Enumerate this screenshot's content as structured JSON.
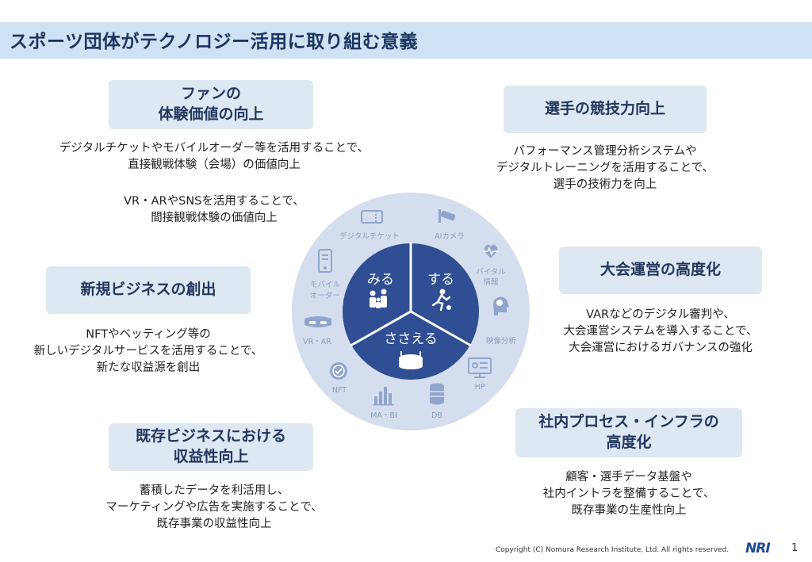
{
  "title": "スポーツ団体がテクノロジー活用に取り組む意義",
  "boxes": {
    "fan": {
      "line1": "ファンの",
      "line2": "体験価値の向上"
    },
    "athlete": {
      "label": "選手の競技力向上"
    },
    "newbiz": {
      "label": "新規ビジネスの創出"
    },
    "tournament": {
      "label": "大会運営の高度化"
    },
    "existing": {
      "line1": "既存ビジネスにおける",
      "line2": "収益性向上"
    },
    "internal": {
      "line1": "社内プロセス・インフラの",
      "line2": "高度化"
    }
  },
  "descriptions": {
    "fan_a": [
      "デジタルチケットやモバイルオーダー等を活用することで、",
      "直接観戦体験（会場）の価値向上"
    ],
    "fan_b": [
      "VR・ARやSNSを活用することで、",
      "間接観戦体験の価値向上"
    ],
    "athlete": [
      "パフォーマンス管理分析システムや",
      "デジタルトレーニングを活用することで、",
      "選手の技術力を向上"
    ],
    "newbiz": [
      "NFTやベッティング等の",
      "新しいデジタルサービスを活用することで、",
      "新たな収益源を創出"
    ],
    "tournament": [
      "VARなどのデジタル審判や、",
      "大会運営システムを導入することで、",
      "大会運営におけるガバナンスの強化"
    ],
    "existing": [
      "蓄積したデータを利活用し、",
      "マーケティングや広告を実施することで、",
      "既存事業の収益性向上"
    ],
    "internal": [
      "顧客・選手データ基盤や",
      "社内イントラを整備することで、",
      "既存事業の生産性向上"
    ]
  },
  "center": {
    "watch": "みる",
    "play": "する",
    "support": "ささえる"
  },
  "ring_labels": {
    "ticket": "デジタルチケット",
    "ai_camera": "AIカメラ",
    "vital_1": "バイタル",
    "vital_2": "情報",
    "video": "映像分析",
    "hp": "HP",
    "db": "DB",
    "ma_bi": "MA・BI",
    "nft": "NFT",
    "vr_ar": "VR・AR",
    "mobile_1": "モバイル",
    "mobile_2": "オーダー"
  },
  "colors": {
    "title_bar": "#cfe2f3",
    "box": "#dde8f3",
    "ring": "#d5deee",
    "inner": "#2f4e93",
    "icon": "#8fa6cc"
  },
  "footer": {
    "copyright": "Copyright (C)  Nomura Research Institute, Ltd. All rights reserved.",
    "logo": "NRI",
    "page": "1"
  }
}
